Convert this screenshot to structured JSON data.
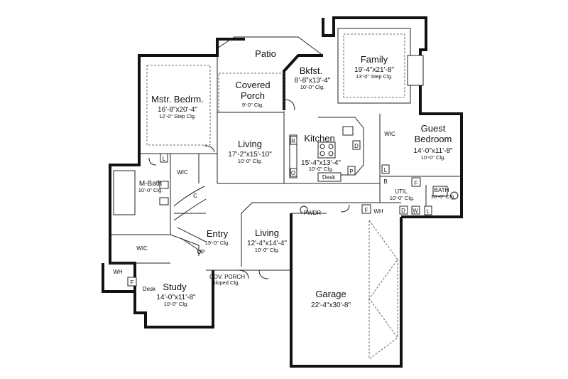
{
  "rooms": {
    "patio": {
      "name": "Patio"
    },
    "family": {
      "name": "Family",
      "dim": "19'-4\"x21'-8\"",
      "clg": "13'-0\" Step Clg."
    },
    "bkfst": {
      "name": "Bkfst.",
      "dim": "8'-8\"x13'-4\"",
      "clg": "10'-0\" Clg."
    },
    "mstr": {
      "name": "Mstr. Bedrm.",
      "dim": "16'-8\"x20'-4\"",
      "clg": "12'-0\" Step Clg."
    },
    "porch": {
      "name1": "Covered",
      "name2": "Porch",
      "clg": "9'-0\" Clg."
    },
    "living1": {
      "name": "Living",
      "dim": "17'-2\"x15'-10\"",
      "clg": "10'-0\" Clg."
    },
    "kitchen": {
      "name": "Kitchen",
      "dim": "15'-4\"x13'-4\"",
      "clg": "10'-0\" Clg."
    },
    "guest": {
      "name1": "Guest",
      "name2": "Bedroom",
      "dim": "14'-0\"x11'-8\"",
      "clg": "10'-0\" Clg."
    },
    "mbath": {
      "name": "M-Bath",
      "clg": "10'-0\" Clg."
    },
    "entry": {
      "name": "Entry",
      "clg": "19'-0\" Clg."
    },
    "living2": {
      "name": "Living",
      "dim": "12'-4\"x14'-4\"",
      "clg": "10'-0\" Clg."
    },
    "util": {
      "name": "UTIL.",
      "clg": "10'-0\" Clg."
    },
    "bath": {
      "name": "BATH",
      "clg": "10'-0\" Clg."
    },
    "study": {
      "name": "Study",
      "dim": "14'-0\"x11'-8\"",
      "clg": "10'-0\" Clg."
    },
    "covporch": {
      "name": "COV. PORCH",
      "clg": "Sloped Clg."
    },
    "garage": {
      "name": "Garage",
      "dim": "22'-4\"x30'-8\""
    }
  },
  "tags": {
    "wic": "WIC",
    "l": "L",
    "c": "C",
    "up": "UP",
    "pwdr": "PWDR",
    "desk": "Desk",
    "wh": "WH",
    "f": "F",
    "r": "R",
    "o": "O",
    "d": "D",
    "p": "P",
    "b": "B",
    "w": "W"
  }
}
